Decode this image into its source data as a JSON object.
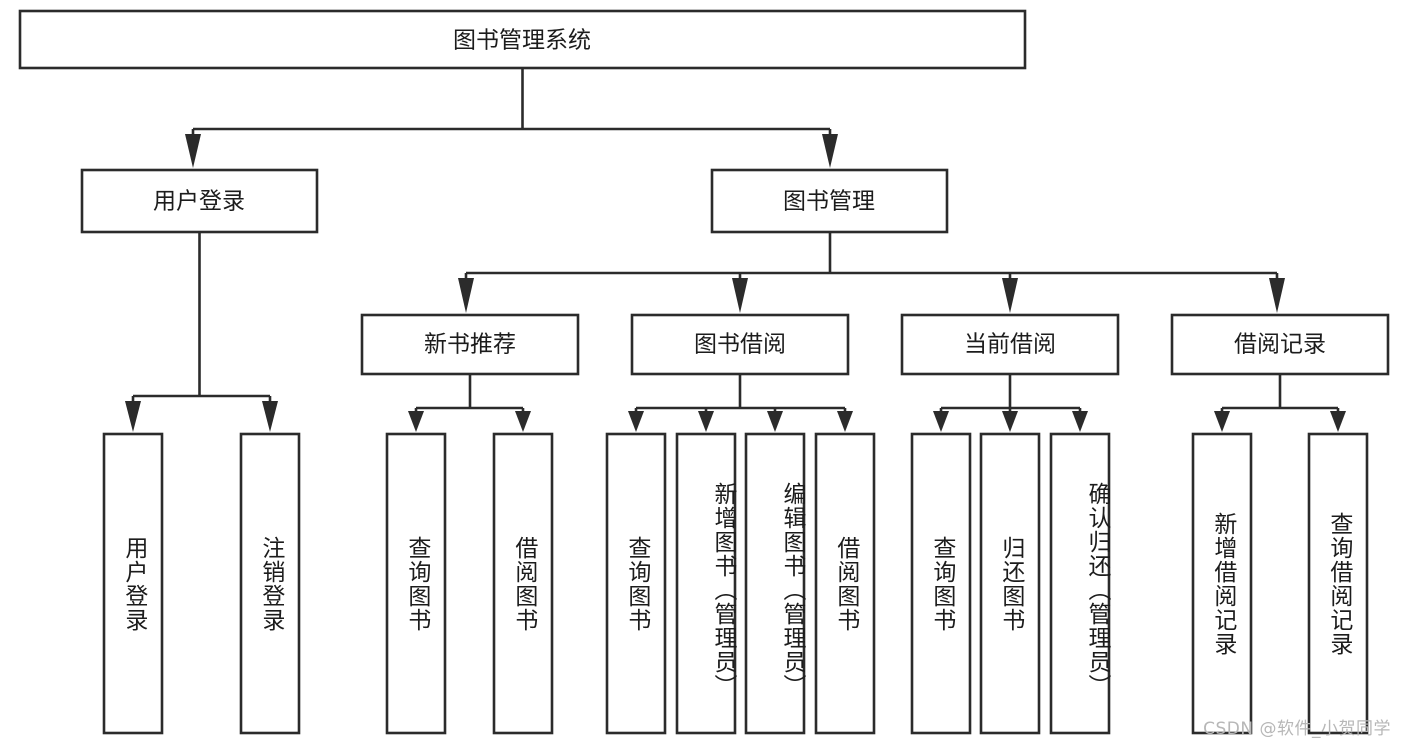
{
  "diagram": {
    "title": "图书管理系统",
    "type": "tree",
    "watermark": "CSDN @软件_小贺同学",
    "colors": {
      "stroke": "#2b2b2b",
      "fill": "#ffffff",
      "text": "#1c1c1c",
      "watermark": "#b7b7b7"
    },
    "root": {
      "label": "图书管理系统"
    },
    "level2": [
      {
        "id": "user-login",
        "label": "用户登录"
      },
      {
        "id": "book-management",
        "label": "图书管理"
      }
    ],
    "level3": [
      {
        "id": "new-book-recommend",
        "label": "新书推荐",
        "parent": "book-management"
      },
      {
        "id": "book-borrow",
        "label": "图书借阅",
        "parent": "book-management"
      },
      {
        "id": "current-borrow",
        "label": "当前借阅",
        "parent": "book-management"
      },
      {
        "id": "borrow-record",
        "label": "借阅记录",
        "parent": "book-management"
      }
    ],
    "leaves": [
      {
        "id": "leaf-user-login",
        "label": "用户登录",
        "parent": "user-login"
      },
      {
        "id": "leaf-logout-login",
        "label": "注销登录",
        "parent": "user-login"
      },
      {
        "id": "leaf-query-book-1",
        "label": "查询图书",
        "parent": "new-book-recommend"
      },
      {
        "id": "leaf-borrow-book-1",
        "label": "借阅图书",
        "parent": "new-book-recommend"
      },
      {
        "id": "leaf-query-book-2",
        "label": "查询图书",
        "parent": "book-borrow"
      },
      {
        "id": "leaf-add-book",
        "label": "新增图书（管理员）",
        "parent": "book-borrow"
      },
      {
        "id": "leaf-edit-book",
        "label": "编辑图书（管理员）",
        "parent": "book-borrow"
      },
      {
        "id": "leaf-borrow-book-2",
        "label": "借阅图书",
        "parent": "book-borrow"
      },
      {
        "id": "leaf-query-book-3",
        "label": "查询图书",
        "parent": "current-borrow"
      },
      {
        "id": "leaf-return-book",
        "label": "归还图书",
        "parent": "current-borrow"
      },
      {
        "id": "leaf-confirm-return",
        "label": "确认归还（管理员）",
        "parent": "current-borrow"
      },
      {
        "id": "leaf-add-record",
        "label": "新增借阅记录",
        "parent": "borrow-record"
      },
      {
        "id": "leaf-query-record",
        "label": "查询借阅记录",
        "parent": "borrow-record"
      }
    ]
  }
}
